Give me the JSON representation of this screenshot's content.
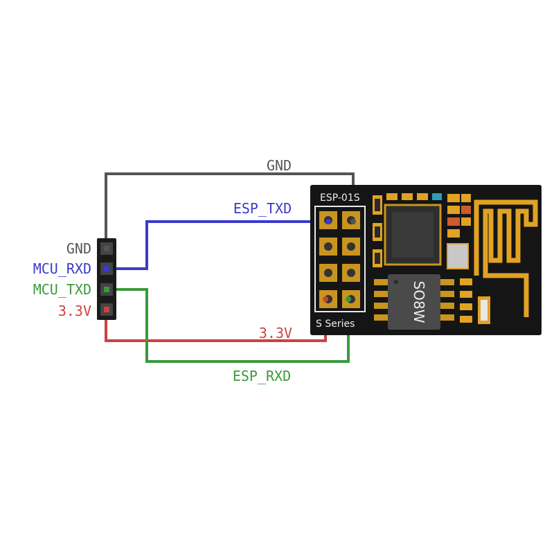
{
  "header_pins": [
    {
      "label": "GND",
      "color": "#555555"
    },
    {
      "label": "MCU_RXD",
      "color": "#3a3acc"
    },
    {
      "label": "MCU_TXD",
      "color": "#3a9a3a"
    },
    {
      "label": "3.3V",
      "color": "#d04040"
    }
  ],
  "wires": [
    {
      "label": "GND",
      "color": "#555555"
    },
    {
      "label": "ESP_TXD",
      "color": "#3a3acc"
    },
    {
      "label": "3.3V",
      "color": "#d04040"
    },
    {
      "label": "ESP_RXD",
      "color": "#3a9a3a"
    }
  ],
  "board": {
    "title": "ESP-01S",
    "series": "S Series",
    "chip_label": "SO8W",
    "background": "#151515",
    "trace_color": "#e2a224"
  }
}
